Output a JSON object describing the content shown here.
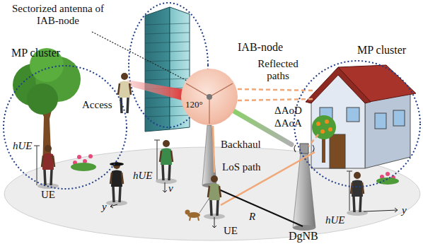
{
  "diagram": {
    "nodes": [
      {
        "text": [
          "MP cluster"
        ]
      },
      {
        "text": [
          "IAB-node"
        ]
      },
      {
        "text": [
          "MP cluster"
        ]
      },
      {
        "text": [
          "DgNB"
        ]
      }
    ],
    "edges": [
      {
        "from": 1,
        "to": 3,
        "arrow": "none",
        "label": "Backhaul"
      }
    ],
    "labels": [
      "Sectorized antenna of IAB-node",
      "120°",
      "Reflected paths",
      "Access",
      "ΔAoD",
      "ΔAoA",
      "LoS path",
      "R",
      "UE",
      "UE",
      "hUE",
      "hUE",
      "hUE",
      "y",
      "v",
      "y"
    ]
  }
}
